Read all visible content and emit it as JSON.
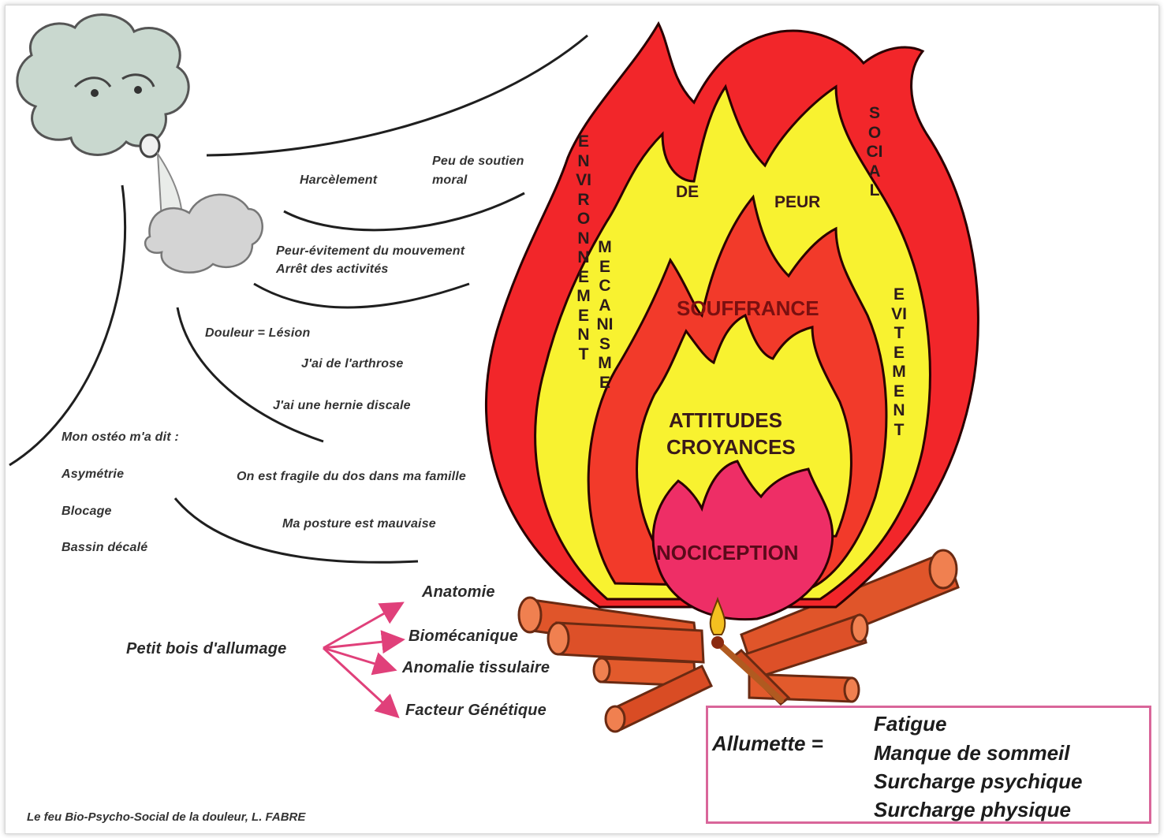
{
  "wind_labels": {
    "peu_soutien": "Peu de soutien\nmoral",
    "harcelement": "Harcèlement",
    "peur_evitement": "Peur-évitement du mouvement",
    "arret": "Arrêt des activités",
    "douleur_lesion": "Douleur = Lésion",
    "arthrose": "J'ai de l'arthrose",
    "hernie": "J'ai une hernie discale",
    "osteo": "Mon ostéo m'a dit :",
    "asymetrie": "Asymétrie",
    "blocage": "Blocage",
    "bassin": "Bassin décalé",
    "fragile": "On est fragile du dos dans ma famille",
    "posture": "Ma posture est mauvaise"
  },
  "fire": {
    "environnement": "ENVIRONNEMENT",
    "social": "SOCIAL",
    "mecanisme": "MECANISME",
    "evitement": "EVITEMENT",
    "de": "DE",
    "peur": "PEUR",
    "souffrance": "SOUFFRANCE",
    "attitudes": "ATTITUDES",
    "croyances": "CROYANCES",
    "nociception": "NOCICEPTION"
  },
  "kindling": {
    "label": "Petit bois d'allumage",
    "items": [
      "Anatomie",
      "Biomécanique",
      "Anomalie tissulaire",
      "Facteur Génétique"
    ],
    "arrow_color": "#e0407a"
  },
  "match": {
    "label": "Allumette =",
    "items": [
      "Fatigue",
      "Manque de sommeil",
      "Surcharge psychique",
      "Surcharge physique"
    ],
    "border_color": "#d9669a"
  },
  "caption": "Le feu Bio-Psycho-Social de la douleur, L. FABRE",
  "colors": {
    "outer_flame": "#f2262a",
    "yellow_flame": "#f8f230",
    "inner_flame": "#f23a2a",
    "core_flame": "#ee2e66",
    "logs": "#e0552a",
    "cloud": "#c8d6cf"
  }
}
